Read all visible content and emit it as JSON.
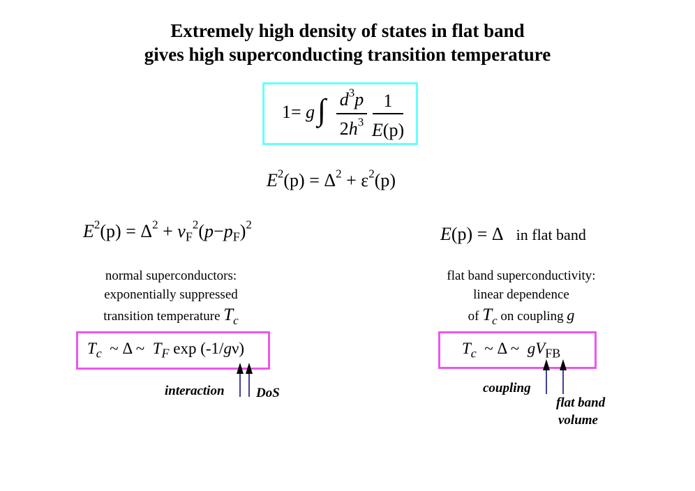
{
  "title": {
    "line1": "Extremely high density of states in flat band",
    "line2": "gives high superconducting transition temperature"
  },
  "gap_equation": {
    "lhs": "1=",
    "coupling": "g",
    "integral": "∫",
    "num_d": "d",
    "num_exp": "3",
    "num_p": "p",
    "den_coef": "2",
    "den_h": "h",
    "den_exp": "3",
    "one": "1",
    "E": "E",
    "E_arg": "(p)"
  },
  "spectrum": {
    "E": "E",
    "E_exp": "2",
    "arg": "(p)",
    "eq": "=",
    "delta": "Δ",
    "delta_exp": "2",
    "plus": "+",
    "eps": "ε",
    "eps_exp": "2",
    "eps_arg": "(p)"
  },
  "normal_spectrum": {
    "E": "E",
    "E_exp": "2",
    "arg": "(p)",
    "eq": "=",
    "delta": "Δ",
    "delta_exp": "2",
    "plus": "+",
    "v": "v",
    "v_sub": "F",
    "v_exp": "2",
    "paren_open": "(",
    "p": "p",
    "minus": "−",
    "pF": "p",
    "pF_sub": "F",
    "paren_close": ")",
    "exp": "2"
  },
  "flat_spectrum": {
    "E": "E",
    "arg": "(p)",
    "eq": "=",
    "delta": "Δ",
    "note": "in flat band"
  },
  "left_caption": {
    "line1": "normal superconductors:",
    "line2": "exponentially suppressed",
    "line3": "transition temperature",
    "T": "T",
    "T_sub": "c"
  },
  "right_caption": {
    "line1": "flat band superconductivity:",
    "line2": "linear dependence",
    "line3_pre": "of",
    "T": "T",
    "T_sub": "c",
    "line3_post": "on coupling",
    "g": "g"
  },
  "left_formula": {
    "T": "T",
    "T_sub": "c",
    "sim1": "~",
    "delta": "Δ",
    "sim2": "~",
    "TF": "T",
    "TF_sub": "F",
    "exp_text": "exp (-1/",
    "g": "g",
    "nu": "ν",
    "close": ")"
  },
  "right_formula": {
    "T": "T",
    "T_sub": "c",
    "sim1": "~",
    "delta": "Δ",
    "sim2": "~",
    "g": "g",
    "V": "V",
    "V_sub": "FB"
  },
  "annotations": {
    "interaction": "interaction",
    "dos": "DoS",
    "coupling": "coupling",
    "flat_band": "flat band",
    "volume": "volume"
  },
  "colors": {
    "cyan_box": "#66ffff",
    "pink_box": "#ee55ee",
    "arrow": "#000080"
  }
}
